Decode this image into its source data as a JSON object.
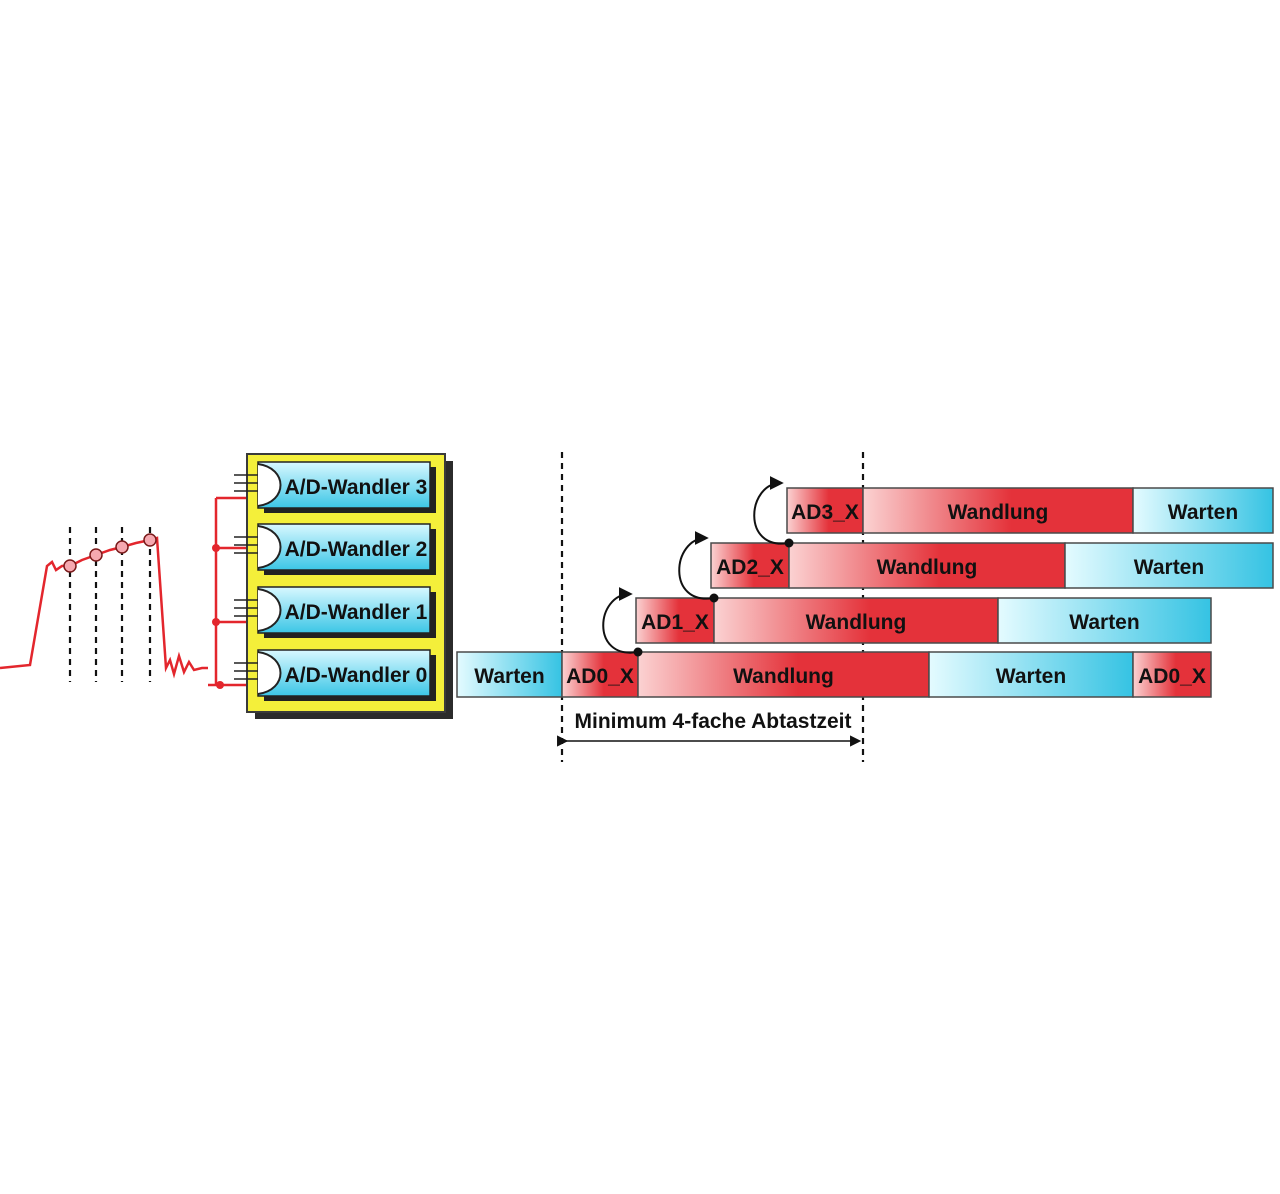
{
  "colors": {
    "signal": "#e3262d",
    "dashed": "#111111",
    "panel_fill": "#f4ef3a",
    "panel_border": "#3a3a3a",
    "adc_top": "#d8f8ff",
    "adc_bottom": "#3cc6e6",
    "red_light": "#fbd2d2",
    "red_dark": "#e4323a",
    "cyan_light": "#e4fbff",
    "cyan_dark": "#35c3e3",
    "bar_border": "#4a4a4a",
    "sample_point": "#f6a8b0"
  },
  "converters": [
    {
      "label": "A/D-Wandler 3"
    },
    {
      "label": "A/D-Wandler 2"
    },
    {
      "label": "A/D-Wandler 1"
    },
    {
      "label": "A/D-Wandler 0"
    }
  ],
  "timeline": {
    "rows": [
      {
        "segments": [
          {
            "label": "AD3_X",
            "kind": "sample"
          },
          {
            "label": "Wandlung",
            "kind": "convert"
          },
          {
            "label": "Warten",
            "kind": "wait"
          }
        ]
      },
      {
        "segments": [
          {
            "label": "AD2_X",
            "kind": "sample"
          },
          {
            "label": "Wandlung",
            "kind": "convert"
          },
          {
            "label": "Warten",
            "kind": "wait"
          }
        ]
      },
      {
        "segments": [
          {
            "label": "AD1_X",
            "kind": "sample"
          },
          {
            "label": "Wandlung",
            "kind": "convert"
          },
          {
            "label": "Warten",
            "kind": "wait"
          }
        ]
      },
      {
        "segments": [
          {
            "label": "Warten",
            "kind": "wait"
          },
          {
            "label": "AD0_X",
            "kind": "sample"
          },
          {
            "label": "Wandlung",
            "kind": "convert"
          },
          {
            "label": "Warten",
            "kind": "wait"
          },
          {
            "label": "AD0_X",
            "kind": "sample"
          }
        ]
      }
    ],
    "span_label": "Minimum 4-fache Abtastzeit"
  }
}
